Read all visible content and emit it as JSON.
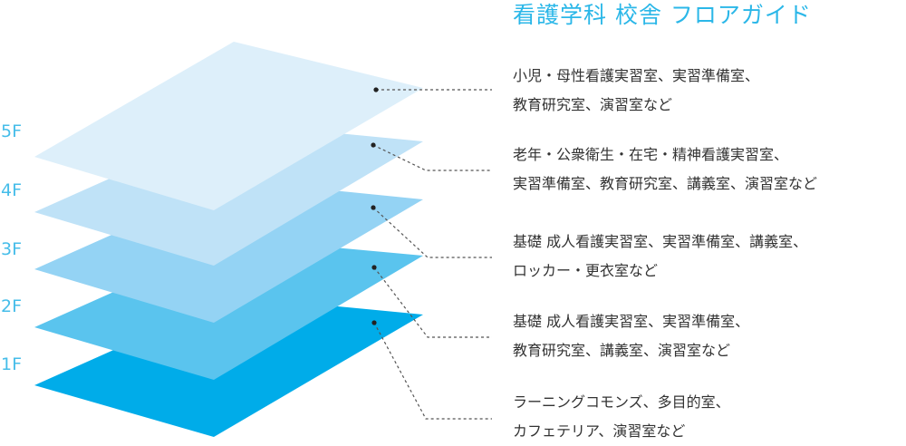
{
  "title": "看護学科 校舎 フロアガイド",
  "floors": [
    {
      "label": "5F",
      "lines": [
        "小児・母性看護実習室、実習準備室、",
        "教育研究室、演習室など"
      ],
      "color": "#ddeffa"
    },
    {
      "label": "4F",
      "lines": [
        "老年・公衆衛生・在宅・精神看護実習室、",
        "実習準備室、教育研究室、講義室、演習室など"
      ],
      "color": "#bfe2f7"
    },
    {
      "label": "3F",
      "lines": [
        "基礎 成人看護実習室、実習準備室、講義室、",
        "ロッカー・更衣室など"
      ],
      "color": "#94d3f4"
    },
    {
      "label": "2F",
      "lines": [
        "基礎 成人看護実習室、実習準備室、",
        "教育研究室、講義室、演習室など"
      ],
      "color": "#5ac4ee"
    },
    {
      "label": "1F",
      "lines": [
        "ラーニングコモンズ、多目的室、",
        "カフェテリア、演習室など"
      ],
      "color": "#00ace9"
    }
  ]
}
